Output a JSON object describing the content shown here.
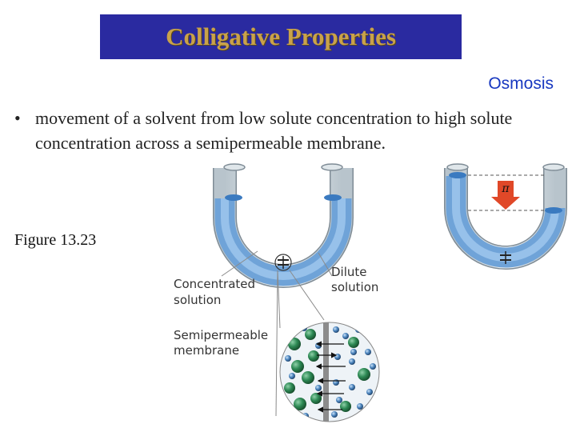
{
  "slide": {
    "title": "Colligative Properties",
    "subtitle": "Osmosis",
    "bullet": "movement of a solvent from low solute concentration to high solute concentration across a semipermeable membrane.",
    "figure_label": "Figure 13.23"
  },
  "diagram": {
    "label_concentrated_line1": "Concentrated",
    "label_concentrated_line2": "solution",
    "label_dilute_line1": "Dilute",
    "label_dilute_line2": "solution",
    "label_membrane_line1": "Semipermeable",
    "label_membrane_line2": "membrane",
    "pressure_symbol": "π",
    "colors": {
      "title_bg": "#2a2aa0",
      "title_text": "#c9a24a",
      "subtitle": "#1838c0",
      "solution": "#7fb0e0",
      "large_particle": "#2a7a4a",
      "small_particle": "#3a6a9a",
      "arrow": "#e04828"
    }
  }
}
